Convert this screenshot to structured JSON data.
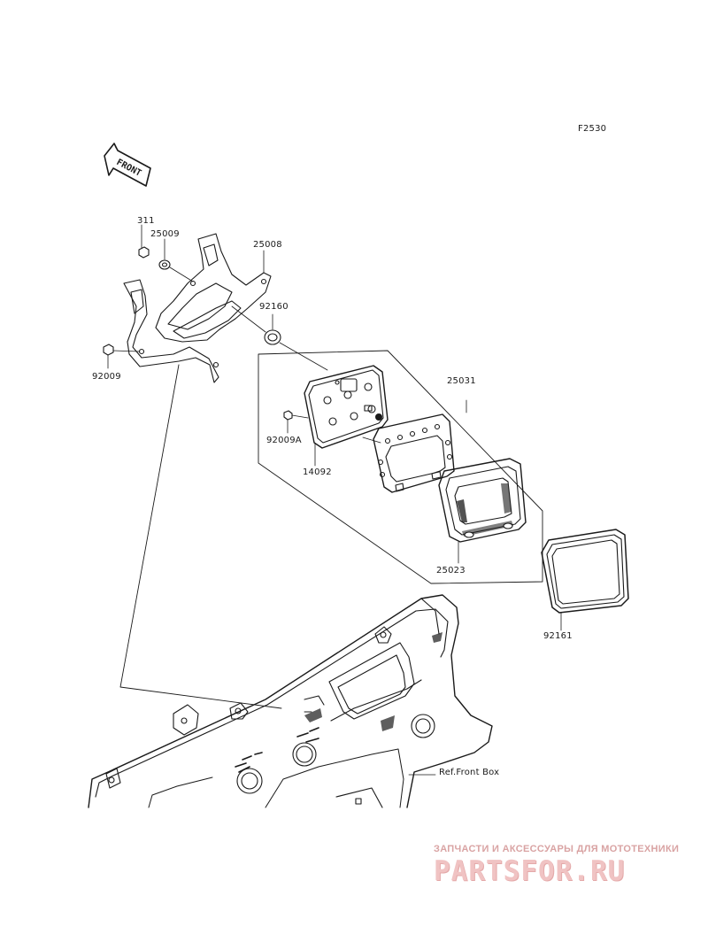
{
  "figure_code": "F2530",
  "front_arrow_text": "FRONT",
  "parts": {
    "p311": "311",
    "p25009": "25009",
    "p25008": "25008",
    "p92160": "92160",
    "p92009": "92009",
    "p25031": "25031",
    "p92009A": "92009A",
    "p14092": "14092",
    "p25023": "25023",
    "p92161": "92161"
  },
  "reference_label": "Ref.Front Box",
  "watermark": {
    "tagline": "ЗАПЧАСТИ И АКСЕССУАРЫ ДЛЯ МОТОТЕХНИКИ",
    "logo": "PARTSFOR.RU"
  },
  "colors": {
    "line": "#1a1a1a",
    "watermark": "#f0c3c3"
  }
}
